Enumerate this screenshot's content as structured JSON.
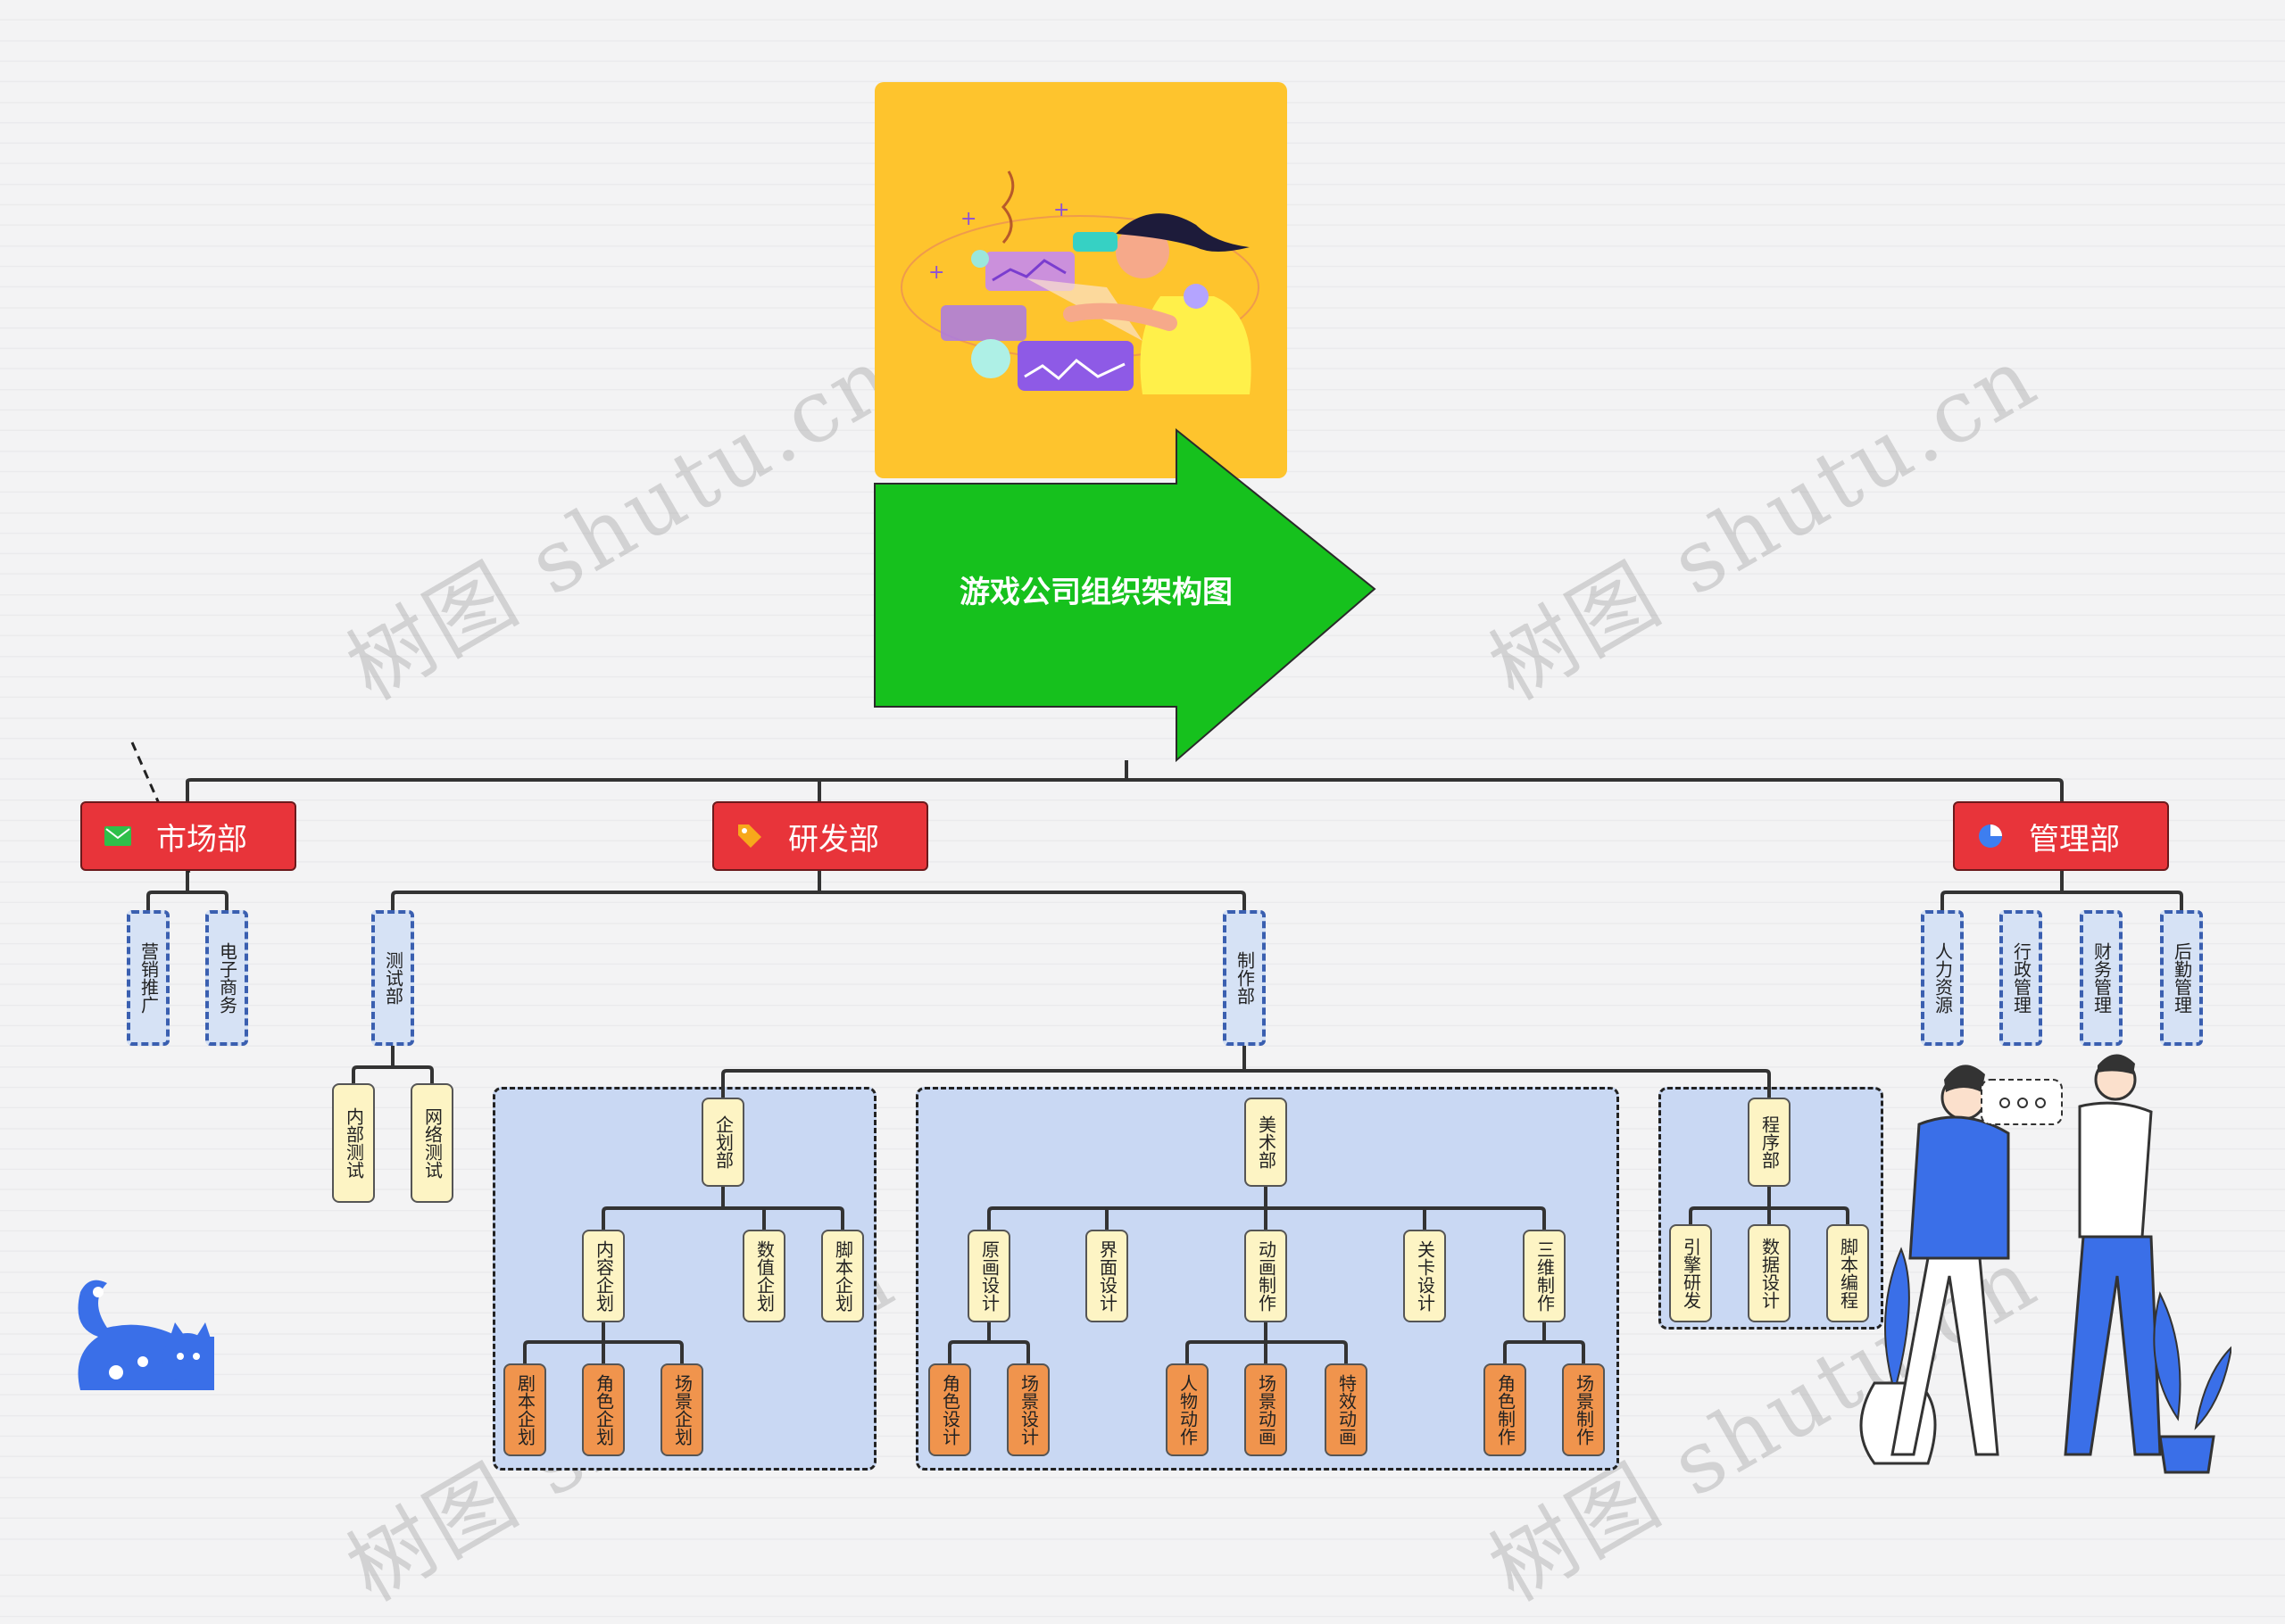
{
  "title": "游戏公司组织架构图",
  "watermark": "树图 shutu.cn",
  "colors": {
    "dept": "#e8343a",
    "title_arrow": "#16c11d",
    "banner": "#fec42d",
    "group": "#c9d8f3"
  },
  "departments": {
    "market": {
      "label": "市场部",
      "icon": "mail-icon",
      "children": [
        "营销推广",
        "电子商务"
      ]
    },
    "rnd": {
      "label": "研发部",
      "icon": "tag-icon"
    },
    "mgmt": {
      "label": "管理部",
      "icon": "pie-chart-icon",
      "children": [
        "人力资源",
        "行政管理",
        "财务管理",
        "后勤管理"
      ]
    }
  },
  "rnd": {
    "test": {
      "label": "测试部",
      "children": [
        "内部测试",
        "网络测试"
      ]
    },
    "produce": {
      "label": "制作部"
    }
  },
  "planning": {
    "label": "企划部",
    "children": [
      "内容企划",
      "数值企划",
      "脚本企划"
    ],
    "content_children": [
      "剧本企划",
      "角色企划",
      "场景企划"
    ]
  },
  "art": {
    "label": "美术部",
    "children": [
      "原画设计",
      "界面设计",
      "动画制作",
      "关卡设计",
      "三维制作"
    ],
    "concept_children": [
      "角色设计",
      "场景设计"
    ],
    "anim_children": [
      "人物动作",
      "场景动画",
      "特效动画"
    ],
    "d3_children": [
      "角色制作",
      "场景制作"
    ]
  },
  "program": {
    "label": "程序部",
    "children": [
      "引擎研发",
      "数据设计",
      "脚本编程"
    ]
  }
}
